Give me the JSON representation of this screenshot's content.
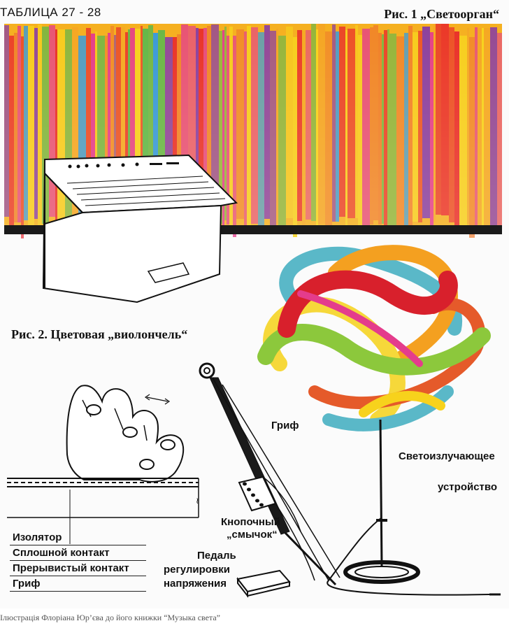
{
  "header": {
    "table_label": "ТАБЛИЦА 27 - 28",
    "fig1_title": "Рис. 1 „Светоорган“"
  },
  "fig2": {
    "title": "Рис. 2. Цветовая „виолончель“"
  },
  "labels": {
    "fingerboard": "Гриф",
    "light_device_line1": "Светоизлучающее",
    "light_device_line2": "устройство",
    "bow_line1": "Кнопочный",
    "bow_line2": "„смычок“",
    "pedal_line1": "Педаль",
    "pedal_line2": "регулировки",
    "pedal_line3": "напряжения"
  },
  "legend": [
    "Изолятор",
    "Сплошной контакт",
    "Прерывистый контакт",
    "Гриф"
  ],
  "caption": "Ілюстрація Флоріана Юр’єва до його книжки “Музыка света”",
  "colors": {
    "stripes": [
      "#e8202a",
      "#f5a623",
      "#f7d21c",
      "#5fb84a",
      "#8b3fa0",
      "#e43c8c",
      "#f07a2a",
      "#3a9ad9"
    ],
    "knot_red": "#d8202c",
    "knot_green": "#8cc83c",
    "knot_orange": "#f4a020",
    "knot_teal": "#5ab8c8",
    "knot_yellow": "#f6d83a"
  }
}
